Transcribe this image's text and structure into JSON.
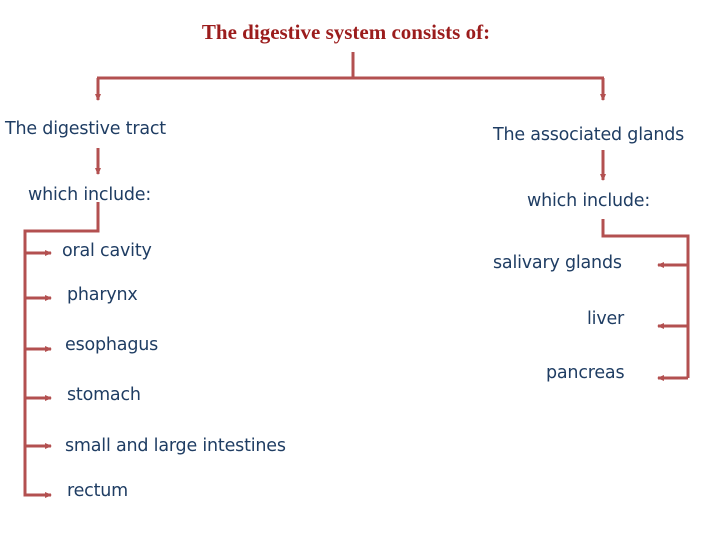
{
  "title": "The digestive system consists of:",
  "colors": {
    "title": "#9b1c1c",
    "text": "#1f3d63",
    "connector": "#b35050"
  },
  "left_branch": {
    "heading": "The digestive tract",
    "subheading": "which include:",
    "items": [
      "oral cavity",
      "pharynx",
      "esophagus",
      "stomach",
      "small and large intestines",
      "rectum"
    ]
  },
  "right_branch": {
    "heading": "The associated glands",
    "subheading": "which include:",
    "items": [
      "salivary glands",
      "liver",
      "pancreas"
    ]
  }
}
